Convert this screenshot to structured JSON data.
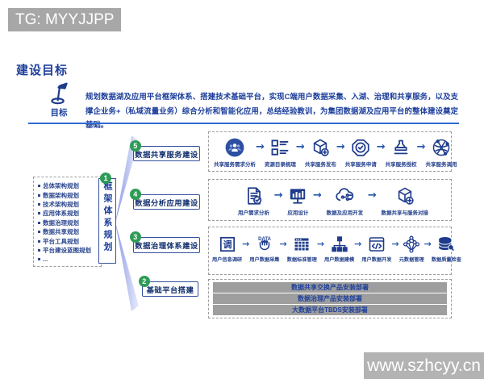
{
  "badge": {
    "text": "TG: MYYJJPP"
  },
  "watermark": {
    "text": "www.szhcyy.cn"
  },
  "page": {
    "title": "建设目标"
  },
  "goal": {
    "icon": "flag-icon",
    "label": "目标",
    "text": "规划数据湖及应用平台框架体系、搭建技术基础平台，实现C端用户数据采集、入湖、治理和共享服务，以及支撑企业务+（私域流量业务）综合分析和智能化应用，总结经验教训，为集团数据湖及应用平台的整体建设奠定基础。"
  },
  "colors": {
    "navy": "#1f3c8c",
    "divider_blue": "#2e6ad0",
    "stage_green": "#2e9b56",
    "badge_gray": "#a7a7a7",
    "bar_gray": "#9e9e9e"
  },
  "planning_list": {
    "items": [
      "总体架构规划",
      "数据架构规划",
      "技术架构规划",
      "应用体系规划",
      "数据治理规划",
      "数据共享规划",
      "平台工具规划",
      "平台建设蓝图规划",
      "..."
    ]
  },
  "framework_box": {
    "number": "1",
    "label": "框架体系规划"
  },
  "arrow_glyph": "→",
  "stages": [
    {
      "number": "5",
      "label": "数据共享服务建设"
    },
    {
      "number": "4",
      "label": "数据分析应用建设"
    },
    {
      "number": "3",
      "label": "数据治理体系建设"
    },
    {
      "number": "2",
      "label": "基础平台搭建"
    }
  ],
  "flow_rows": [
    {
      "steps": [
        {
          "icon": "users-icon",
          "label": "共享服务需求分析"
        },
        {
          "icon": "catalog-list-icon",
          "label": "资源目录梳理"
        },
        {
          "icon": "cube-publish-icon",
          "label": "共享服务发布"
        },
        {
          "icon": "badge-check-icon",
          "label": "共享服务申请"
        },
        {
          "icon": "stamp-icon",
          "label": "共享服务授权"
        },
        {
          "icon": "globe-icon",
          "label": "共享服务调用"
        }
      ]
    },
    {
      "steps": [
        {
          "icon": "doc-check-icon",
          "label": "用户需求分析"
        },
        {
          "icon": "monitor-chart-icon",
          "label": "应用设计"
        },
        {
          "icon": "cloud-dev-icon",
          "label": "数据及应用开发"
        },
        {
          "icon": "cube-publish-icon",
          "label": "数据共享与服务对接"
        }
      ]
    },
    {
      "steps": [
        {
          "icon": "survey-icon",
          "label": "用户信息调研"
        },
        {
          "icon": "data-collect-icon",
          "label": "用户数据采集"
        },
        {
          "icon": "grid-table-icon",
          "label": "数据标准管理"
        },
        {
          "icon": "tree-model-icon",
          "label": "用户数据建模"
        },
        {
          "icon": "code-icon",
          "label": "用户数据开发"
        },
        {
          "icon": "network-icon",
          "label": "元数据管理"
        },
        {
          "icon": "db-quality-icon",
          "label": "数据质量检查"
        }
      ]
    }
  ],
  "platform_bars": [
    "数据共享交换产品安装部署",
    "数据治理产品安装部署",
    "大数据平台TBDS安装部署"
  ]
}
